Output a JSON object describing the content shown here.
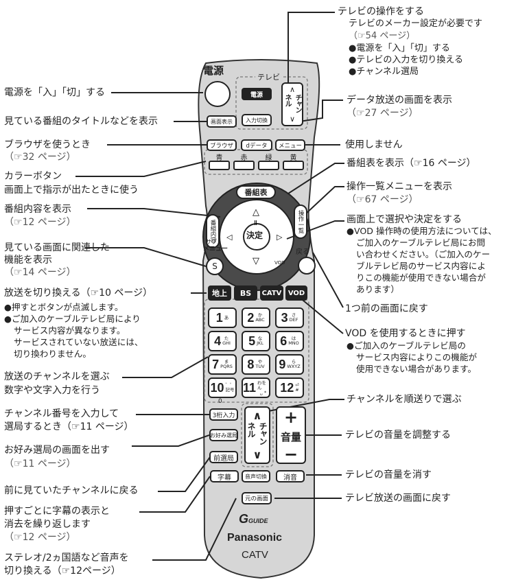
{
  "remote": {
    "power_label": "電源",
    "tv_group_label": "テレビ",
    "tv_power_button": "電源",
    "tv_input_button": "入力切換",
    "tv_channel_rocker": "チャンネル",
    "info_button": "画面表示",
    "browser_button": "ブラウザ",
    "data_button": "dデータ",
    "menu_button": "メニュー",
    "color_buttons": [
      "青",
      "赤",
      "緑",
      "黄"
    ],
    "program_guide_button": "番組表",
    "program_info_button": "番組内容",
    "operation_list_button": "操作一覧",
    "ok_button": "決定",
    "vod_ring_label": "VOD",
    "back_button": "戻る",
    "sub_menu_label_top": "サブ",
    "sub_menu_label": "メニュー",
    "sub_menu_button": "S",
    "broadcast_buttons": [
      "地上",
      "BS",
      "CATV"
    ],
    "vod_button": "VOD",
    "numbers": [
      {
        "n": "1",
        "sub": "あ",
        "sub2": ""
      },
      {
        "n": "2",
        "sub": "か",
        "sub2": "ABC"
      },
      {
        "n": "3",
        "sub": "さ",
        "sub2": "DEF"
      },
      {
        "n": "4",
        "sub": "た",
        "sub2": "GHI"
      },
      {
        "n": "5",
        "sub": "な",
        "sub2": "JKL"
      },
      {
        "n": "6",
        "sub": "は",
        "sub2": "MNO"
      },
      {
        "n": "7",
        "sub": "ま",
        "sub2": "PQRS"
      },
      {
        "n": "8",
        "sub": "や",
        "sub2": "TUV"
      },
      {
        "n": "9",
        "sub": "ら",
        "sub2": "WXYZ"
      },
      {
        "n": "10",
        "sub": "゛゜",
        "sub2": "記号"
      },
      {
        "n": "11",
        "sub": "わをん",
        "sub2": "␣ *"
      },
      {
        "n": "12",
        "sub": "⏎",
        "sub2": "#"
      }
    ],
    "zero_label": "0",
    "three_digit_button": "3桁入力",
    "favorite_button": "お好み選局",
    "prev_channel_button": "前選局",
    "channel_rocker": "チャンネル",
    "volume_label": "音量",
    "subtitle_button": "字幕",
    "audio_button": "音声切換",
    "mute_button": "消音",
    "return_screen_button": "元の画面",
    "gguide_logo": "GUIDE",
    "brand": "Panasonic",
    "model": "CATV"
  },
  "ref_icon": "☞",
  "left_captions": {
    "power": "電源を「入」「切」する",
    "title": "見ている番組のタイトルなどを表示",
    "browser": "ブラウザを使うとき",
    "browser_ref": "32 ページ",
    "color1": "カラーボタン",
    "color2": "画面上で指示が出たときに使う",
    "program_info": "番組内容を表示",
    "program_info_ref": "12 ページ",
    "related1": "見ている画面に関連した",
    "related2": "機能を表示",
    "related_ref": "14 ページ",
    "switch": "放送を切り換える（",
    "switch_ref": "10 ページ）",
    "switch_note1": "●押すとボタンが点滅します。",
    "switch_note2": "●ご加入のケーブルテレビ局により",
    "switch_note3": "サービス内容が異なります。",
    "switch_note4": "サービスされていない放送には、",
    "switch_note5": "切り換わりません。",
    "channel1": "放送のチャンネルを選ぶ",
    "channel2": "数字や文字入力を行う",
    "three1": "チャンネル番号を入力して",
    "three2": "選局するとき（",
    "three_ref": "11 ページ）",
    "fav1": "お好み選局の画面を出す",
    "fav_ref": "11 ページ）",
    "prev": "前に見ていたチャンネルに戻る",
    "sub1": "押すごとに字幕の表示と",
    "sub2": "消去を繰り返します",
    "sub_ref": "12 ページ）",
    "audio1": "ステレオ/2ヵ国語など音声を",
    "audio2": "切り換える（",
    "audio_ref": "12ページ）"
  },
  "right_captions": {
    "tv1": "テレビの操作をする",
    "tv2": "テレビのメーカー設定が必要です",
    "tv_ref": "54 ページ）",
    "tv_note1": "●電源を「入」「切」する",
    "tv_note2": "●テレビの入力を切り換える",
    "tv_note3": "●チャンネル選局",
    "data1": "データ放送の画面を表示",
    "data_ref": "27 ページ）",
    "unused": "使用しません",
    "guide": "番組表を表示（",
    "guide_ref": "16 ページ）",
    "oplist": "操作一覧メニューを表示",
    "oplist_ref": "67 ページ）",
    "select": "画面上で選択や決定をする",
    "select_note1": "●VOD 操作時の使用方法については、",
    "select_note2": "ご加入のケーブルテレビ局にお問",
    "select_note3": "い合わせください。（ご加入のケー",
    "select_note4": "ブルテレビ局のサービス内容によ",
    "select_note5": "りこの機能が使用できない場合が",
    "select_note6": "あります）",
    "back": "1つ前の画面に戻す",
    "vod1": "VOD を使用するときに押す",
    "vod_note1": "●ご加入のケーブルテレビ局の",
    "vod_note2": "サービス内容によりこの機能が",
    "vod_note3": "使用できない場合があります。",
    "chup": "チャンネルを順送りで選ぶ",
    "vol": "テレビの音量を調整する",
    "mute": "テレビの音量を消す",
    "tvback": "テレビ放送の画面に戻す"
  }
}
